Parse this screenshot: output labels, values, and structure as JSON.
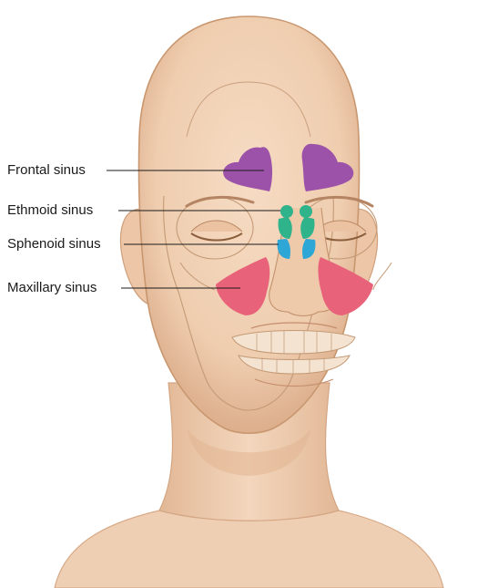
{
  "labels": {
    "frontal": "Frontal sinus",
    "ethmoid": "Ethmoid sinus",
    "sphenoid": "Sphenoid sinus",
    "maxillary": "Maxillary sinus"
  },
  "colors": {
    "frontal": "#9b52a8",
    "ethmoid": "#2fb38a",
    "sphenoid": "#2ea6d6",
    "maxillary": "#e8637a",
    "skin": "#f2d2b6",
    "skin_shadow": "#dcae8c",
    "skull_outline": "#c49a76"
  }
}
